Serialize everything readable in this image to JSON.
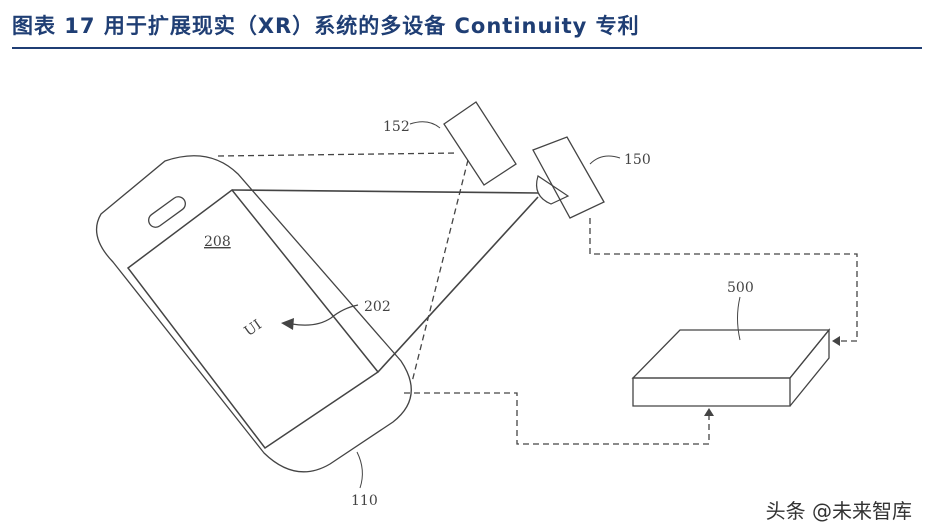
{
  "header": {
    "title": "图表 17   用于扩展现实（XR）系统的多设备 Continuity 专利"
  },
  "diagram": {
    "labels": {
      "projector_label": "150",
      "sensor_label": "152",
      "display_label": "208",
      "ui_arrow_label": "202",
      "ui_label": "UI",
      "device_label": "110",
      "base_unit_label": "500"
    }
  },
  "footer": {
    "watermark": "头条 @未来智库"
  }
}
